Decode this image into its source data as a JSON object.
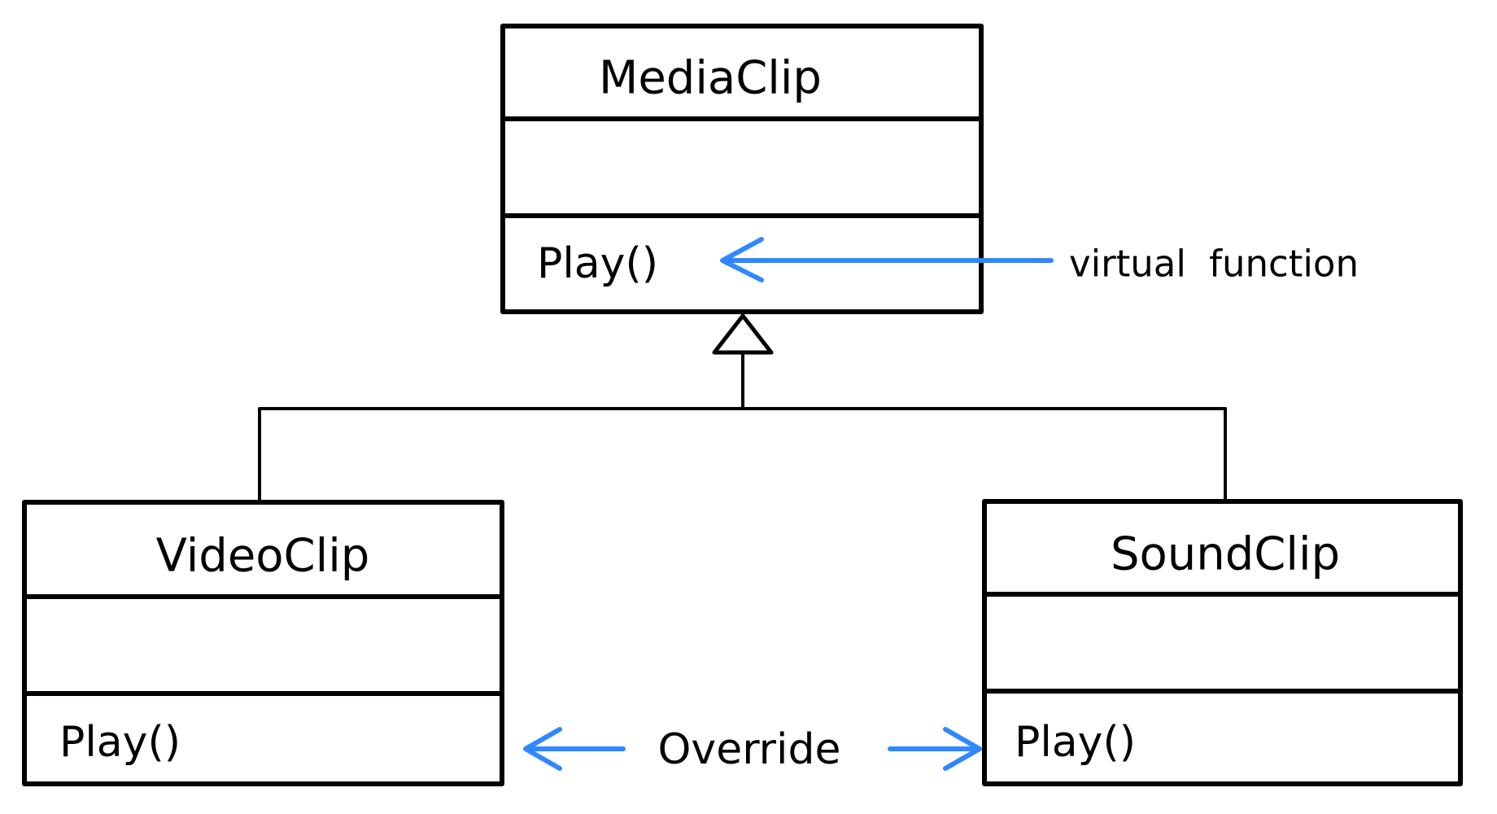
{
  "diagram": {
    "kind": "uml-class-inheritance",
    "classes": [
      {
        "name": "MediaClip",
        "attributes": [],
        "methods": [
          "Play()"
        ]
      },
      {
        "name": "VideoClip",
        "attributes": [],
        "methods": [
          "Play()"
        ]
      },
      {
        "name": "SoundClip",
        "attributes": [],
        "methods": [
          "Play()"
        ]
      }
    ],
    "relations": [
      {
        "type": "inheritance",
        "from": "VideoClip",
        "to": "MediaClip"
      },
      {
        "type": "inheritance",
        "from": "SoundClip",
        "to": "MediaClip"
      }
    ],
    "annotations": [
      {
        "text": "virtual function",
        "points_to": "MediaClip.Play()"
      },
      {
        "text": "Override",
        "points_to": "VideoClip.Play() and SoundClip.Play()"
      }
    ],
    "colors": {
      "ink": "#000000",
      "annotation_blue": "#2f88ff",
      "background": "#ffffff"
    }
  }
}
